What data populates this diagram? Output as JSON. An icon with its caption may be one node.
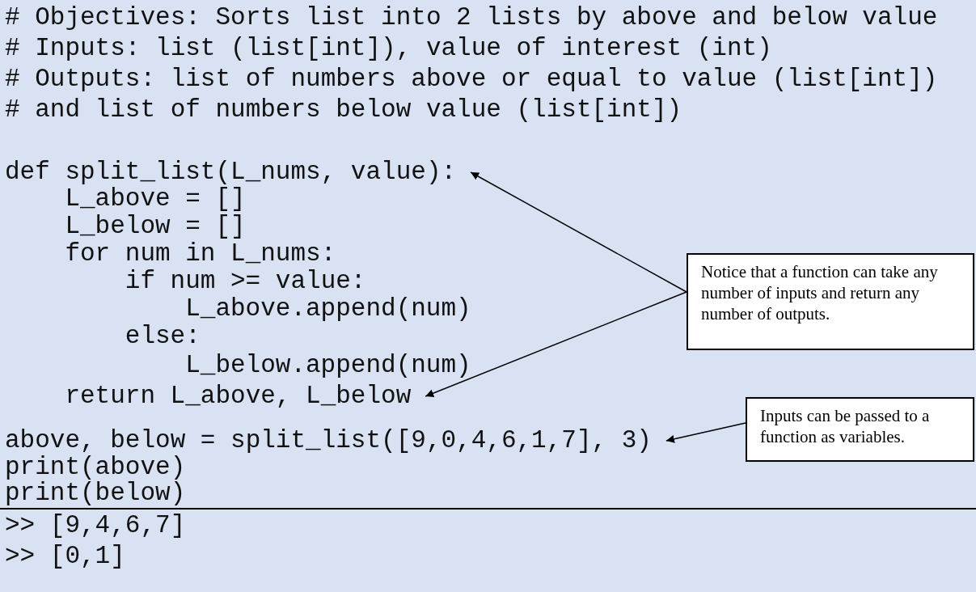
{
  "diagram": {
    "nodes": [
      {
        "text": [
          "def split_list(L_nums, value):"
        ]
      },
      {
        "text": [
          "Notice that a function can take any number of inputs and return any number of outputs."
        ]
      },
      {
        "text": [
          "return L_above, L_below"
        ]
      },
      {
        "text": [
          "Inputs can be passed to a function as variables."
        ]
      },
      {
        "text": [
          "above, below = split_list([9,0,4,6,1,7], 3)"
        ]
      }
    ],
    "edges": [
      {
        "from": 1,
        "to": 0,
        "arrow": "to"
      },
      {
        "from": 1,
        "to": 2,
        "arrow": "to"
      },
      {
        "from": 3,
        "to": 4,
        "arrow": "to"
      }
    ],
    "labels": [
      "# Objectives: Sorts list into 2 lists by above and below value",
      "# Inputs: list (list[int]), value of interest (int)",
      "# Outputs: list of numbers above or equal to value (list[int])",
      "# and list of numbers below value (list[int])",
      "L_above = []",
      "L_below = []",
      "for num in L_nums:",
      "if num >= value:",
      "L_above.append(num)",
      "else:",
      "L_below.append(num)",
      "print(above)",
      "print(below)",
      ">> [9,4,6,7]",
      ">> [0,1]"
    ]
  }
}
